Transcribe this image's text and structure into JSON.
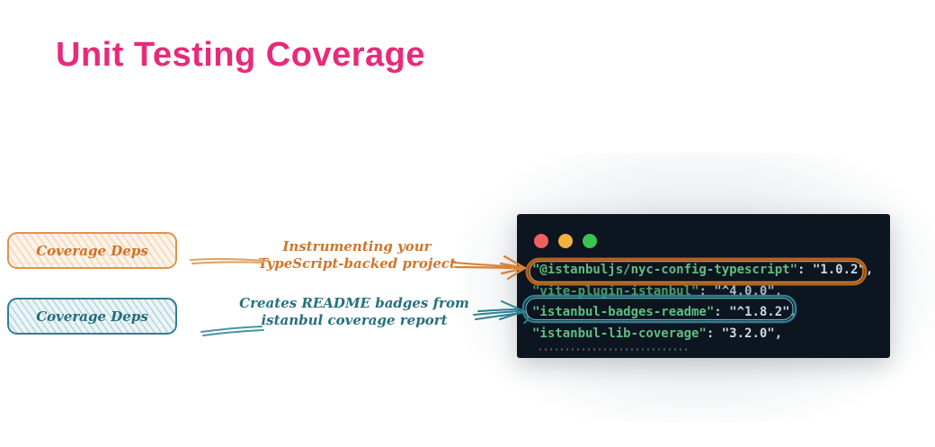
{
  "page": {
    "background": "#ffffff"
  },
  "title": {
    "text": "Unit Testing Coverage",
    "color": "#e82a7a"
  },
  "diagram": {
    "orange": {
      "accent_color": "#d0752a",
      "box_label": "Coverage Deps",
      "annotation_line1": "Instrumenting your",
      "annotation_line2": "TypeScript-backed project"
    },
    "teal": {
      "accent_color": "#2f7f91",
      "box_label": "Coverage Deps",
      "annotation_line1": "Creates README badges from",
      "annotation_line2": "istanbul coverage report"
    }
  },
  "editor": {
    "background": "#0d1520",
    "traffic_light_colors": [
      "#ee5f5f",
      "#f2b13f",
      "#3bc34f"
    ],
    "key_color": "#62bd82",
    "value_color": "#ccd9dd",
    "lines": [
      {
        "key": "\"@istanbuljs/nyc-config-typescript\"",
        "sep": ": ",
        "value": "\"1.0.2\",",
        "highlight": "orange"
      },
      {
        "key": "\"vite-plugin-istanbul\"",
        "sep": ": ",
        "value": "\"^4.0.0\",",
        "highlight": "none"
      },
      {
        "key": "\"istanbul-badges-readme\"",
        "sep": ": ",
        "value": "\"^1.8.2\",",
        "highlight": "teal"
      },
      {
        "key": "\"istanbul-lib-coverage\"",
        "sep": ": ",
        "value": "\"3.2.0\",",
        "highlight": "none"
      }
    ]
  }
}
